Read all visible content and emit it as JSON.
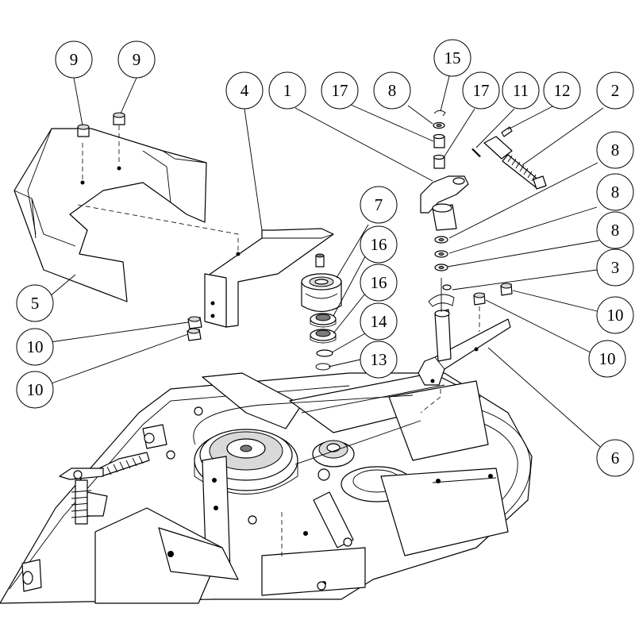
{
  "callouts": [
    {
      "id": "9a",
      "label": "9"
    },
    {
      "id": "9b",
      "label": "9"
    },
    {
      "id": "4",
      "label": "4"
    },
    {
      "id": "1",
      "label": "1"
    },
    {
      "id": "17a",
      "label": "17"
    },
    {
      "id": "8a",
      "label": "8"
    },
    {
      "id": "15",
      "label": "15"
    },
    {
      "id": "17b",
      "label": "17"
    },
    {
      "id": "11",
      "label": "11"
    },
    {
      "id": "12",
      "label": "12"
    },
    {
      "id": "2",
      "label": "2"
    },
    {
      "id": "8b",
      "label": "8"
    },
    {
      "id": "8c",
      "label": "8"
    },
    {
      "id": "8d",
      "label": "8"
    },
    {
      "id": "3",
      "label": "3"
    },
    {
      "id": "10a",
      "label": "10"
    },
    {
      "id": "10b",
      "label": "10"
    },
    {
      "id": "7",
      "label": "7"
    },
    {
      "id": "16a",
      "label": "16"
    },
    {
      "id": "16b",
      "label": "16"
    },
    {
      "id": "14",
      "label": "14"
    },
    {
      "id": "13",
      "label": "13"
    },
    {
      "id": "5",
      "label": "5"
    },
    {
      "id": "10c",
      "label": "10"
    },
    {
      "id": "10d",
      "label": "10"
    },
    {
      "id": "6",
      "label": "6"
    }
  ]
}
